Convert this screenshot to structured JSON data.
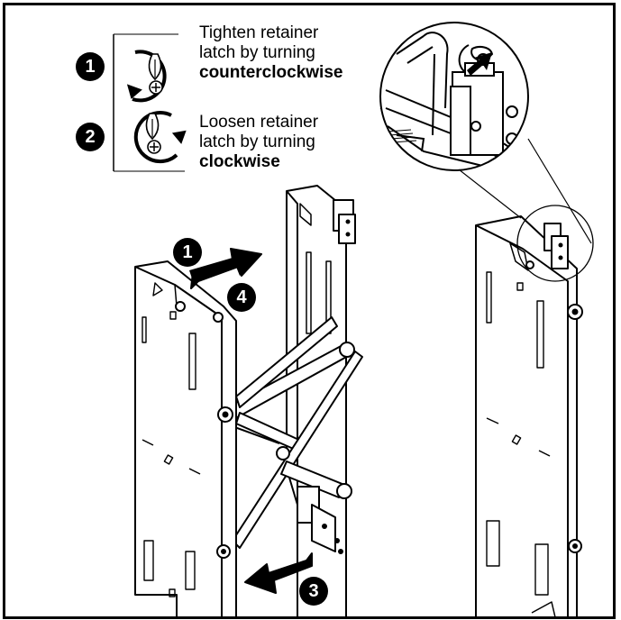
{
  "instructions": [
    {
      "step": "1",
      "line1": "Tighten retainer",
      "line2": "latch by turning",
      "direction": "counterclockwise"
    },
    {
      "step": "2",
      "line1": "Loosen retainer",
      "line2": "latch by turning",
      "direction": "clockwise"
    }
  ],
  "callouts": {
    "push": "1",
    "pull": "3",
    "slide": "4"
  },
  "icons": [
    "counterclockwise-rotate-icon",
    "clockwise-rotate-icon",
    "screwdriver-icon",
    "arrow-icon"
  ]
}
